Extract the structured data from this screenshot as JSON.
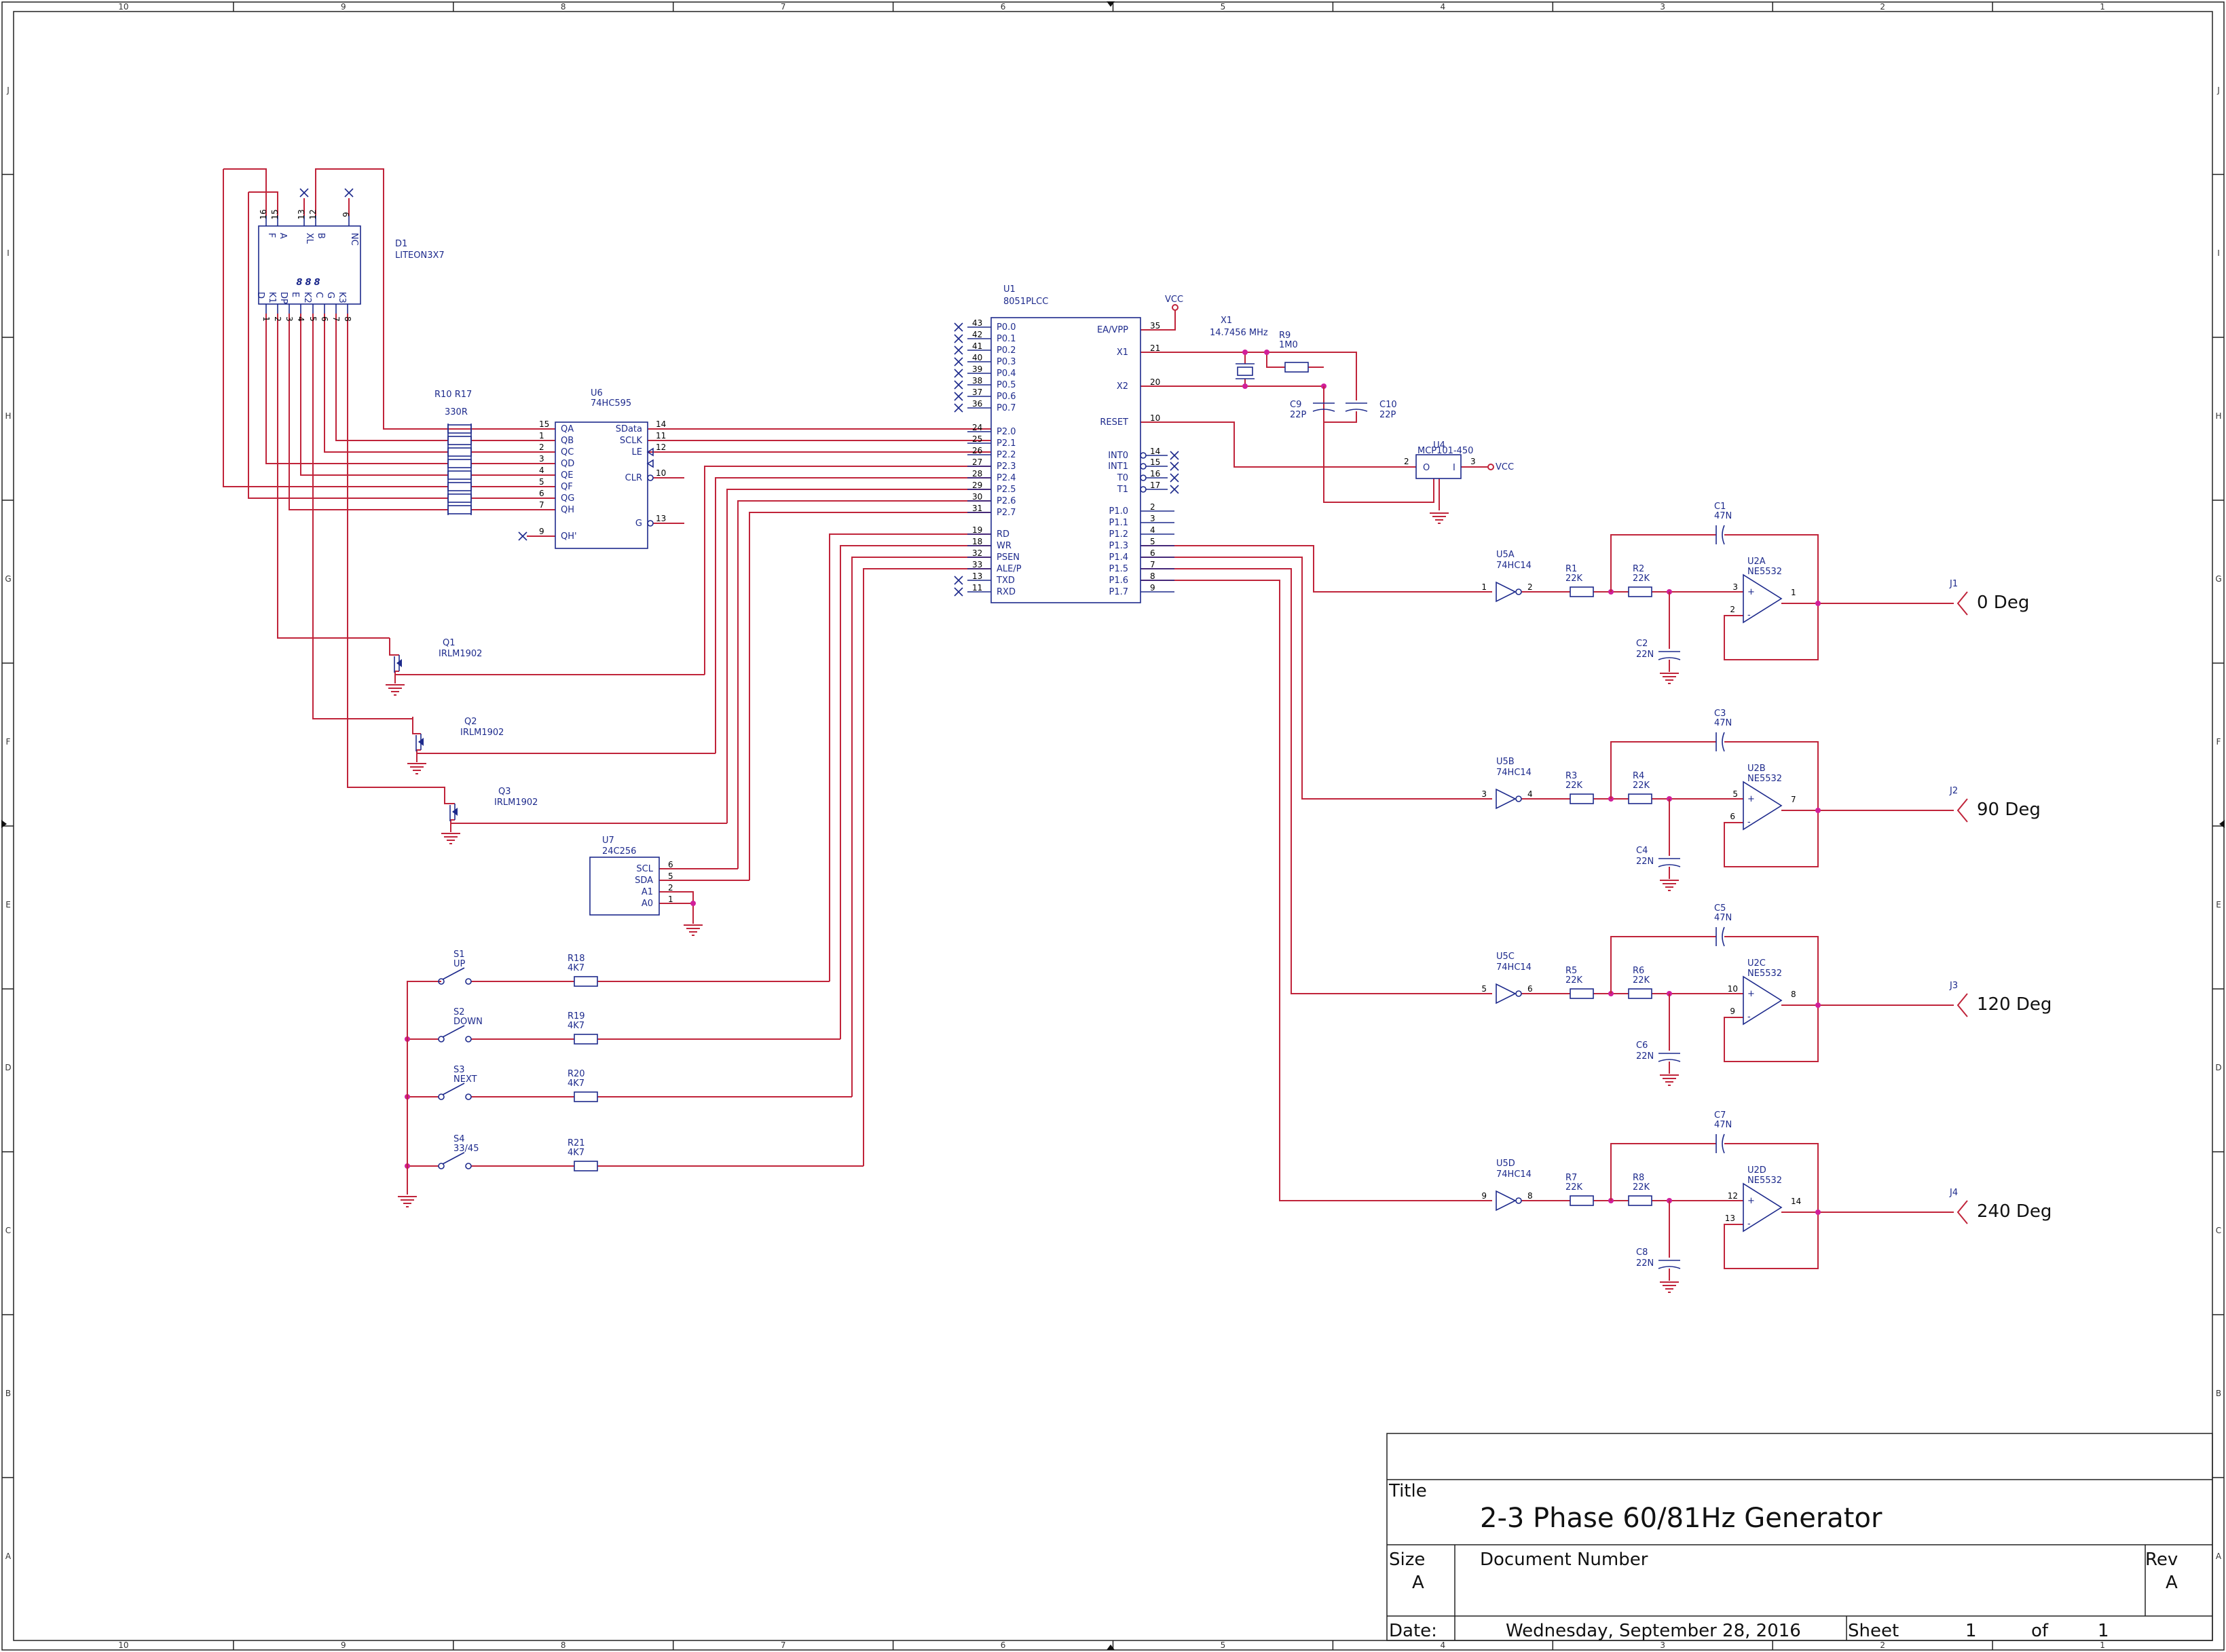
{
  "frame": {
    "columns": [
      "10",
      "9",
      "8",
      "7",
      "6",
      "5",
      "4",
      "3",
      "2",
      "1"
    ],
    "rows": [
      "J",
      "I",
      "H",
      "G",
      "F",
      "E",
      "D",
      "C",
      "B",
      "A"
    ]
  },
  "title_block": {
    "title_label": "Title",
    "title": "2-3 Phase 60/81Hz Generator",
    "size_label": "Size",
    "size": "A",
    "docnum_label": "Document Number",
    "rev_label": "Rev",
    "rev": "A",
    "date_label": "Date:",
    "date": "Wednesday, September 28, 2016",
    "sheet_label": "Sheet",
    "sheet_num": "1",
    "of_label": "of",
    "sheet_total": "1"
  },
  "display": {
    "ref": "D1",
    "part": "LITEON3X7",
    "digits": "888",
    "top_pins": [
      "16",
      "15",
      "13",
      "12",
      "9"
    ],
    "top_names": [
      "F",
      "A",
      "XL",
      "B",
      "NC"
    ],
    "bottom_pins": [
      "1",
      "2",
      "3",
      "4",
      "5",
      "6",
      "7",
      "8"
    ],
    "bottom_names": [
      "D",
      "K1",
      "DP",
      "E",
      "K2",
      "C",
      "G",
      "K3"
    ]
  },
  "resistor_array": {
    "ref": "R10  R17",
    "value": "330R"
  },
  "shift_reg": {
    "ref": "U6",
    "part": "74HC595",
    "left_pins": [
      {
        "num": "15",
        "name": "QA"
      },
      {
        "num": "1",
        "name": "QB"
      },
      {
        "num": "2",
        "name": "QC"
      },
      {
        "num": "3",
        "name": "QD"
      },
      {
        "num": "4",
        "name": "QE"
      },
      {
        "num": "5",
        "name": "QF"
      },
      {
        "num": "6",
        "name": "QG"
      },
      {
        "num": "7",
        "name": "QH"
      },
      {
        "num": "9",
        "name": "QH'"
      }
    ],
    "right_pins": [
      {
        "num": "14",
        "name": "SData"
      },
      {
        "num": "11",
        "name": "SCLK"
      },
      {
        "num": "12",
        "name": "LE"
      },
      {
        "num": "10",
        "name": "CLR"
      },
      {
        "num": "13",
        "name": "G"
      }
    ]
  },
  "mcu": {
    "ref": "U1",
    "part": "8051PLCC",
    "left_pins": [
      {
        "num": "43",
        "name": "P0.0"
      },
      {
        "num": "42",
        "name": "P0.1"
      },
      {
        "num": "41",
        "name": "P0.2"
      },
      {
        "num": "40",
        "name": "P0.3"
      },
      {
        "num": "39",
        "name": "P0.4"
      },
      {
        "num": "38",
        "name": "P0.5"
      },
      {
        "num": "37",
        "name": "P0.6"
      },
      {
        "num": "36",
        "name": "P0.7"
      },
      {
        "num": "24",
        "name": "P2.0"
      },
      {
        "num": "25",
        "name": "P2.1"
      },
      {
        "num": "26",
        "name": "P2.2"
      },
      {
        "num": "27",
        "name": "P2.3"
      },
      {
        "num": "28",
        "name": "P2.4"
      },
      {
        "num": "29",
        "name": "P2.5"
      },
      {
        "num": "30",
        "name": "P2.6"
      },
      {
        "num": "31",
        "name": "P2.7"
      },
      {
        "num": "19",
        "name": "RD"
      },
      {
        "num": "18",
        "name": "WR"
      },
      {
        "num": "32",
        "name": "PSEN"
      },
      {
        "num": "33",
        "name": "ALE/P"
      },
      {
        "num": "13",
        "name": "TXD"
      },
      {
        "num": "11",
        "name": "RXD"
      }
    ],
    "right_pins": [
      {
        "num": "35",
        "name": "EA/VPP"
      },
      {
        "num": "21",
        "name": "X1"
      },
      {
        "num": "20",
        "name": "X2"
      },
      {
        "num": "10",
        "name": "RESET"
      },
      {
        "num": "14",
        "name": "INT0"
      },
      {
        "num": "15",
        "name": "INT1"
      },
      {
        "num": "16",
        "name": "T0"
      },
      {
        "num": "17",
        "name": "T1"
      },
      {
        "num": "2",
        "name": "P1.0"
      },
      {
        "num": "3",
        "name": "P1.1"
      },
      {
        "num": "4",
        "name": "P1.2"
      },
      {
        "num": "5",
        "name": "P1.3"
      },
      {
        "num": "6",
        "name": "P1.4"
      },
      {
        "num": "7",
        "name": "P1.5"
      },
      {
        "num": "8",
        "name": "P1.6"
      },
      {
        "num": "9",
        "name": "P1.7"
      }
    ]
  },
  "osc": {
    "vcc": "VCC",
    "xtal_ref": "X1",
    "xtal_val": "14.7456 MHz",
    "r9_ref": "R9",
    "r9_val": "1M0",
    "c9_ref": "C9",
    "c9_val": "22P",
    "c10_ref": "C10",
    "c10_val": "22P"
  },
  "reset": {
    "ref": "U4",
    "part": "MCP101-450",
    "pin_in": "2",
    "pin_out": "3",
    "name_o": "O",
    "name_i": "I",
    "vcc": "VCC"
  },
  "mosfets": [
    {
      "ref": "Q1",
      "part": "IRLM1902"
    },
    {
      "ref": "Q2",
      "part": "IRLM1902"
    },
    {
      "ref": "Q3",
      "part": "IRLM1902"
    }
  ],
  "eeprom": {
    "ref": "U7",
    "part": "24C256",
    "pins": [
      {
        "num": "6",
        "name": "SCL"
      },
      {
        "num": "5",
        "name": "SDA"
      },
      {
        "num": "2",
        "name": "A1"
      },
      {
        "num": "1",
        "name": "A0"
      }
    ]
  },
  "switches": [
    {
      "ref": "S1",
      "label": "UP",
      "r_ref": "R18",
      "r_val": "4K7"
    },
    {
      "ref": "S2",
      "label": "DOWN",
      "r_ref": "R19",
      "r_val": "4K7"
    },
    {
      "ref": "S3",
      "label": "NEXT",
      "r_ref": "R20",
      "r_val": "4K7"
    },
    {
      "ref": "S4",
      "label": "33/45",
      "r_ref": "R21",
      "r_val": "4K7"
    }
  ],
  "channels": [
    {
      "inv_ref": "U5A",
      "inv_part": "74HC14",
      "inv_in": "1",
      "inv_out": "2",
      "r1_ref": "R1",
      "r1_val": "22K",
      "r2_ref": "R2",
      "r2_val": "22K",
      "cf_ref": "C1",
      "cf_val": "47N",
      "cg_ref": "C2",
      "cg_val": "22N",
      "op_ref": "U2A",
      "op_part": "NE5532",
      "op_pos": "3",
      "op_neg": "2",
      "op_out": "1",
      "j_ref": "J1",
      "j_label": "0 Deg"
    },
    {
      "inv_ref": "U5B",
      "inv_part": "74HC14",
      "inv_in": "3",
      "inv_out": "4",
      "r1_ref": "R3",
      "r1_val": "22K",
      "r2_ref": "R4",
      "r2_val": "22K",
      "cf_ref": "C3",
      "cf_val": "47N",
      "cg_ref": "C4",
      "cg_val": "22N",
      "op_ref": "U2B",
      "op_part": "NE5532",
      "op_pos": "5",
      "op_neg": "6",
      "op_out": "7",
      "j_ref": "J2",
      "j_label": "90 Deg"
    },
    {
      "inv_ref": "U5C",
      "inv_part": "74HC14",
      "inv_in": "5",
      "inv_out": "6",
      "r1_ref": "R5",
      "r1_val": "22K",
      "r2_ref": "R6",
      "r2_val": "22K",
      "cf_ref": "C5",
      "cf_val": "47N",
      "cg_ref": "C6",
      "cg_val": "22N",
      "op_ref": "U2C",
      "op_part": "NE5532",
      "op_pos": "10",
      "op_neg": "9",
      "op_out": "8",
      "j_ref": "J3",
      "j_label": "120 Deg"
    },
    {
      "inv_ref": "U5D",
      "inv_part": "74HC14",
      "inv_in": "9",
      "inv_out": "8",
      "r1_ref": "R7",
      "r1_val": "22K",
      "r2_ref": "R8",
      "r2_val": "22K",
      "cf_ref": "C7",
      "cf_val": "47N",
      "cg_ref": "C8",
      "cg_val": "22N",
      "op_ref": "U2D",
      "op_part": "NE5532",
      "op_pos": "12",
      "op_neg": "13",
      "op_out": "14",
      "j_ref": "J4",
      "j_label": "240 Deg"
    }
  ]
}
